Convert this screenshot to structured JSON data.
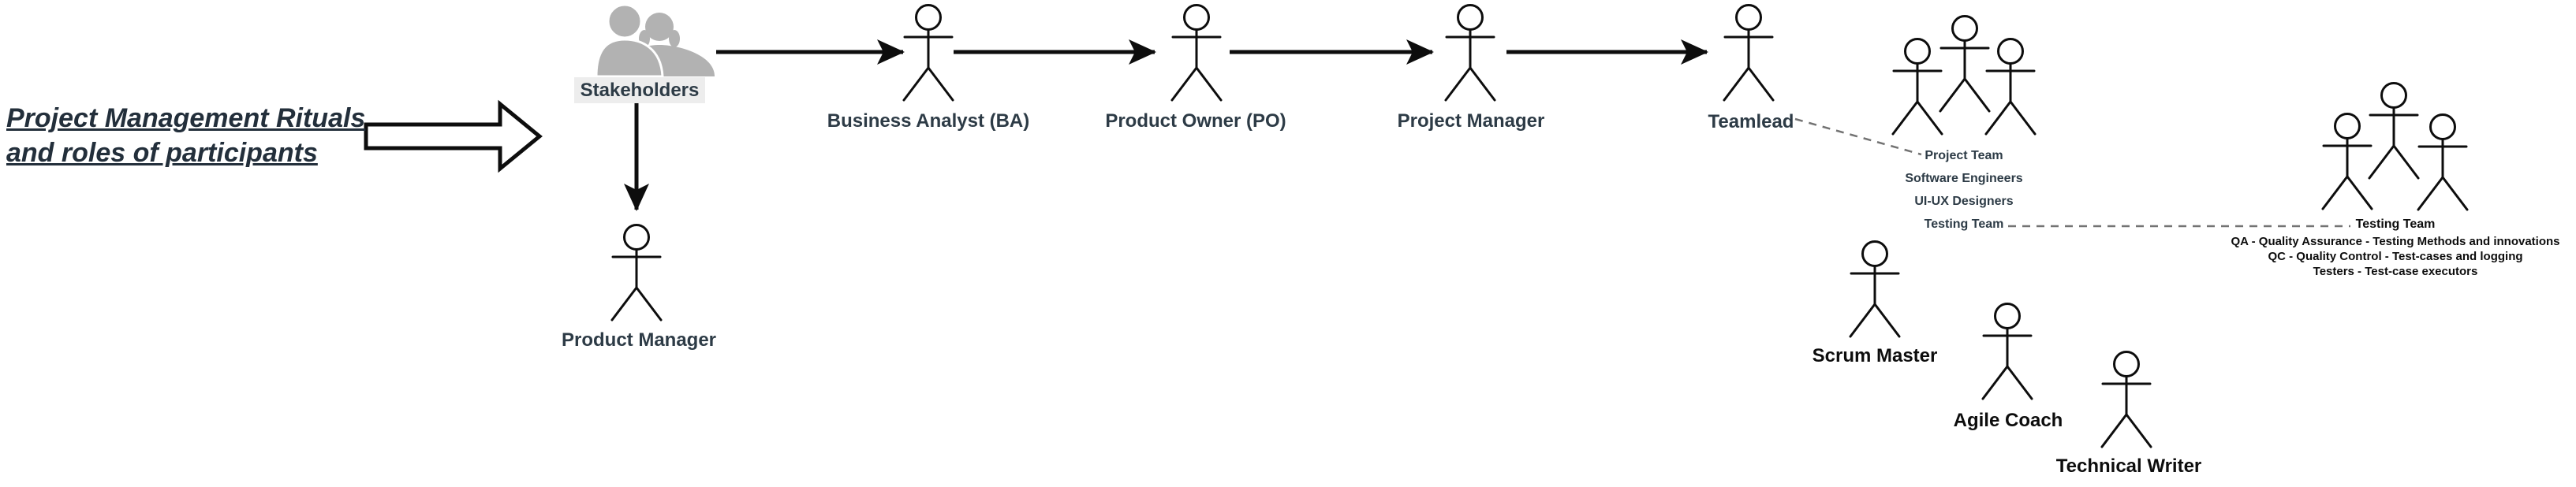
{
  "diagram_title": {
    "line1": "Project Management Rituals",
    "line2": "and roles of participants"
  },
  "roles": {
    "stakeholders": "Stakeholders",
    "business_analyst": "Business Analyst (BA)",
    "product_owner": "Product Owner (PO)",
    "project_manager": "Project Manager",
    "teamlead": "Teamlead",
    "product_manager_role": "Product Manager",
    "scrum_master": "Scrum Master",
    "agile_coach": "Agile Coach",
    "technical_writer": "Technical Writer"
  },
  "project_team": {
    "lines": [
      "Project Team",
      "Software Engineers",
      "UI-UX Designers",
      "Testing Team"
    ]
  },
  "testing_team": {
    "title": "Testing Team",
    "lines": [
      "QA - Quality Assurance - Testing Methods and innovations",
      "QC - Quality Control - Test-cases and logging",
      "Testers - Test-case executors"
    ]
  },
  "icons": {
    "stakeholders_icon": "stakeholders-group-icon",
    "actor_icon": "uml-actor-stick-figure"
  },
  "colors": {
    "label_dark_slate": "#2d3b46",
    "title_slate": "#232f3b",
    "label_black": "#0d0d0d",
    "icon_gray": "#b2b2b2",
    "dashed_connector_gray": "#737373",
    "arrow_black": "#0d0d0d",
    "stakeholders_label_bg": "#ededed",
    "background": "#ffffff"
  }
}
